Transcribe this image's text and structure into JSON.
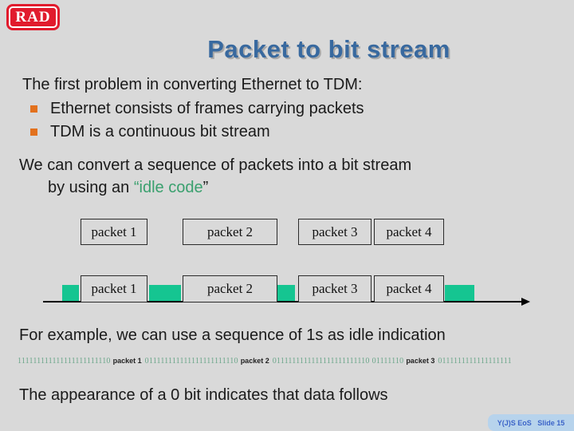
{
  "colors": {
    "slide_bg": "#d9d9d9",
    "title_blue": "#38699f",
    "bullet_orange": "#e2711d",
    "idle_green": "#15c591",
    "quote_green": "#3aa06e",
    "bits_green": "#6ba68a",
    "logo_red": "#e11b2d",
    "footer_bg": "#b7d3ec",
    "footer_text": "#3c64c8"
  },
  "logo": {
    "text": "RAD"
  },
  "title": "Packet to bit stream",
  "body": {
    "intro": "The first problem in converting Ethernet to TDM:",
    "bullets": [
      "Ethernet consists of frames carrying packets",
      "TDM is a continuous bit stream"
    ],
    "convert_line1": "We can convert a sequence of packets into a bit stream",
    "convert_line2_prefix": "by using an ",
    "convert_line2_quote": "“idle code",
    "convert_line2_suffix": "”",
    "example": "For example, we can use a sequence of 1s as idle indication",
    "closing": "The appearance of a 0 bit indicates that data follows"
  },
  "diagram": {
    "row1": [
      "packet 1",
      "packet 2",
      "packet 3",
      "packet 4"
    ],
    "row2": [
      "packet 1",
      "packet 2",
      "packet 3",
      "packet 4"
    ]
  },
  "bitstream": {
    "idle1": "111111111111111111111110",
    "label1": "packet 1",
    "idle2": "011111111111111111111110",
    "label2": "packet 2",
    "idle3": "0111111111111111111111110",
    "idle3b": "01111110",
    "label3": "packet 3",
    "idle4": "0111111111111111111"
  },
  "footer": {
    "text": "Y(J)S EoS   Slide 15"
  }
}
